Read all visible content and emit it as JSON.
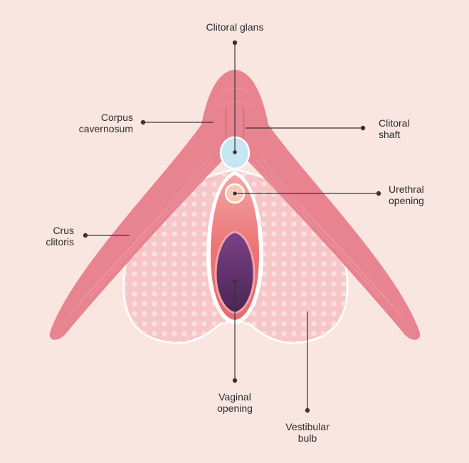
{
  "labels": {
    "clitoral_glans": "Clitoral glans",
    "corpus_cavernosum": "Corpus\ncavernosum",
    "clitoral_shaft": "Clitoral\nshaft",
    "urethral_opening": "Urethral\nopening",
    "crus_clitoris": "Crus\nclitoris",
    "vaginal_opening": "Vaginal\nopening",
    "vestibular_bulb": "Vestibular\nbulb"
  },
  "colors": {
    "background": "#f9e6e1",
    "crura": "#e88390",
    "bulb": "#f6c6c9",
    "glans": "#c7e6f3",
    "urethra": "#f8c9b0",
    "vestibule": "#ee7c7c",
    "vagina": "#5a2f66",
    "leader": "#3a3236"
  }
}
